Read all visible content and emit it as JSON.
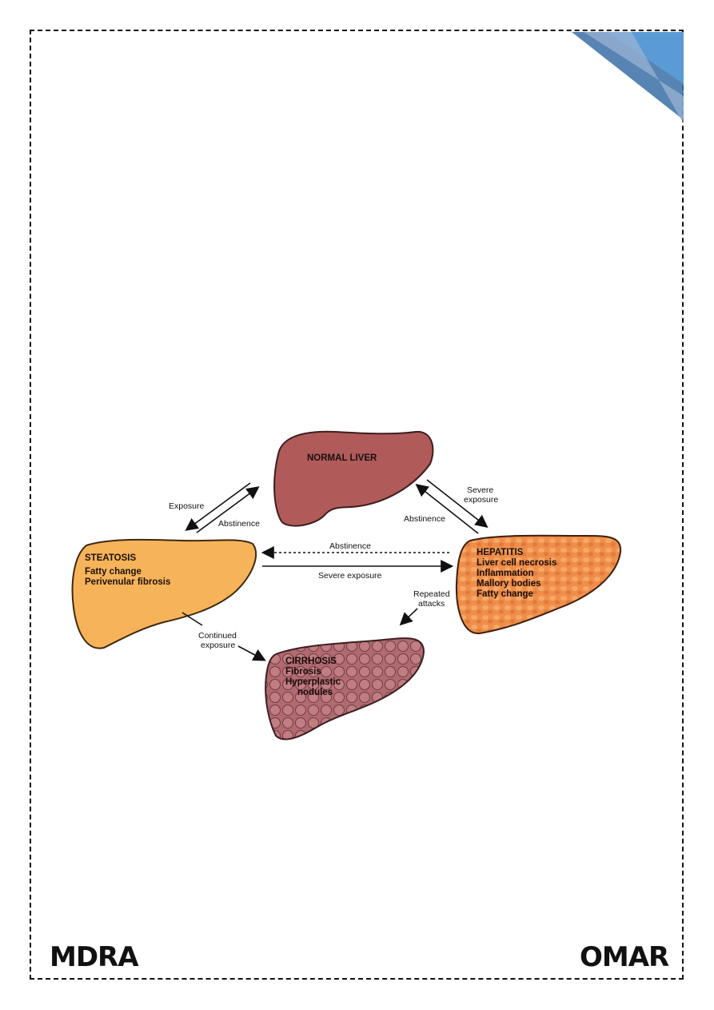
{
  "organs": {
    "normal": {
      "title": "NORMAL LIVER"
    },
    "steatosis": {
      "title": "STEATOSIS",
      "lines": [
        "Fatty change",
        "Perivenular fibrosis"
      ]
    },
    "hepatitis": {
      "title": "HEPATITIS",
      "lines": [
        "Liver cell necrosis",
        "Inflammation",
        "Mallory bodies",
        "Fatty change"
      ]
    },
    "cirrhosis": {
      "title": "CIRRHOSIS",
      "lines": [
        "Fibrosis",
        "Hyperplastic",
        "nodules"
      ]
    }
  },
  "arrows": {
    "exposure": "Exposure",
    "abstinence_left": "Abstinence",
    "severe_exposure_top": [
      "Severe",
      "exposure"
    ],
    "abstinence_right": "Abstinence",
    "abstinence_middle": "Abstinence",
    "severe_exposure_middle": "Severe exposure",
    "repeated_attacks": [
      "Repeated",
      "attacks"
    ],
    "continued_exposure": [
      "Continued",
      "exposure"
    ]
  },
  "colors": {
    "normal": "#b05a5a",
    "steatosis": "#f7b35a",
    "hepatitis": "#ef8e4a",
    "cirrhosis": "#b06a70",
    "corner_blue": "#5b9bd5"
  },
  "logos": {
    "left": "MDRA",
    "right": "OMAR"
  }
}
